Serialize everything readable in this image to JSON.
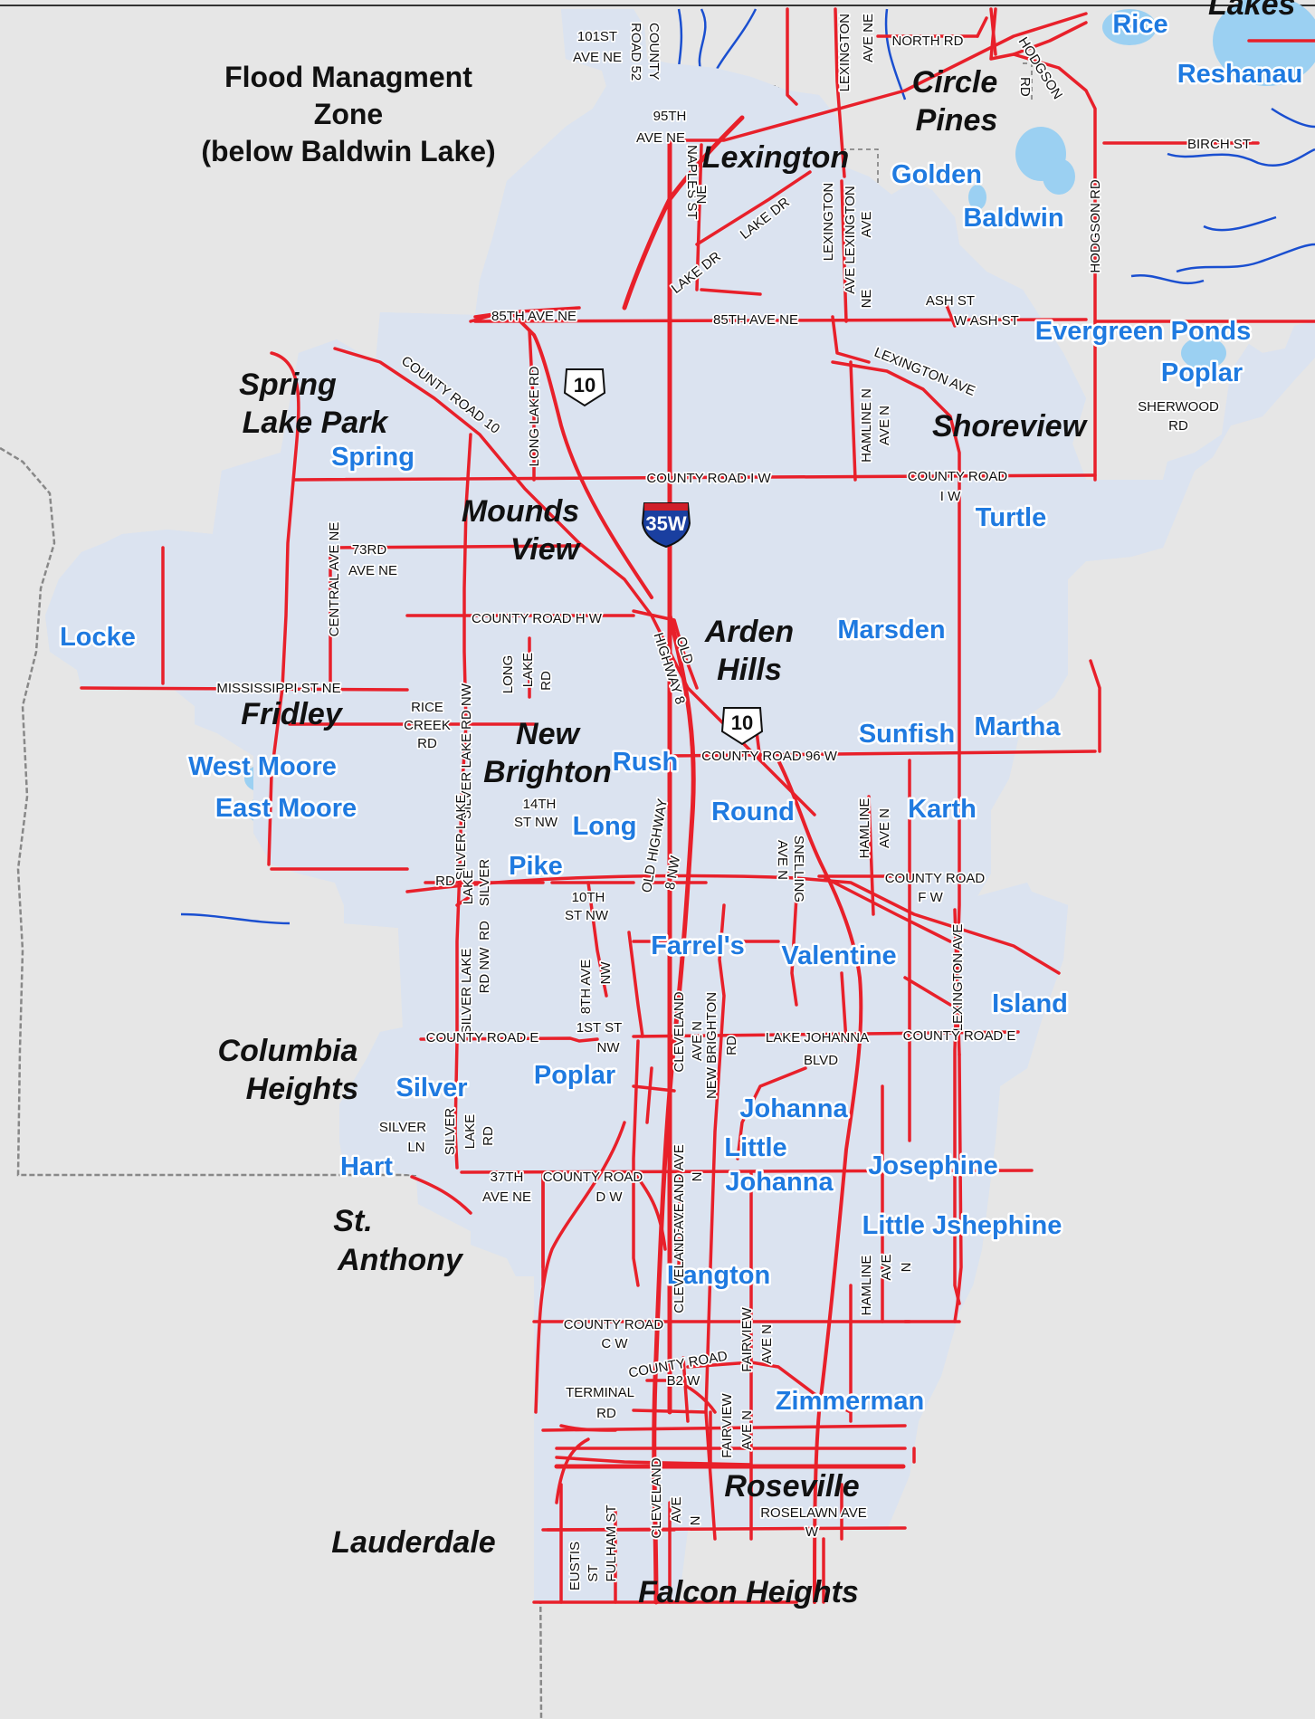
{
  "title": {
    "line1": "Flood Managment",
    "line2": "Zone",
    "line3": "(below Baldwin Lake)"
  },
  "colors": {
    "background": "#e6e6e6",
    "district_boundary": "#f5a623",
    "hatch": "#4a6fd0",
    "roads": "#e8202a",
    "water": "#9bd0f2",
    "streams": "#1a4fd0",
    "lake_labels": "#1f7ae0",
    "city_labels": "#111111"
  },
  "legend_icons": [
    "interstate-shield-icon",
    "us-highway-shield-icon"
  ],
  "shields": {
    "i35w": "35W",
    "us10_north": "10",
    "us10_south": "10"
  },
  "cities": {
    "lexington": "Lexington",
    "circle_pines_1": "Circle",
    "circle_pines_2": "Pines",
    "spring_lake_park_1": "Spring",
    "spring_lake_park_2": "Lake Park",
    "mounds_view_1": "Mounds",
    "mounds_view_2": "View",
    "shoreview": "Shoreview",
    "arden_hills_1": "Arden",
    "arden_hills_2": "Hills",
    "fridley": "Fridley",
    "new_brighton_1": "New",
    "new_brighton_2": "Brighton",
    "columbia_heights_1": "Columbia",
    "columbia_heights_2": "Heights",
    "st_anthony_1": "St.",
    "st_anthony_2": "Anthony",
    "roseville": "Roseville",
    "lauderdale": "Lauderdale",
    "falcon_heights": "Falcon Heights",
    "lakes_partial": "Lakes"
  },
  "lakes": {
    "rice": "Rice",
    "reshanau": "Reshanau",
    "golden": "Golden",
    "baldwin": "Baldwin",
    "evergreen_ponds": "Evergreen Ponds",
    "poplar_north": "Poplar",
    "spring": "Spring",
    "turtle": "Turtle",
    "locke": "Locke",
    "marsden": "Marsden",
    "sunfish": "Sunfish",
    "martha": "Martha",
    "rush": "Rush",
    "west_moore": "West Moore",
    "east_moore": "East Moore",
    "long": "Long",
    "round": "Round",
    "karth": "Karth",
    "pike": "Pike",
    "farrels": "Farrel's",
    "valentine": "Valentine",
    "island": "Island",
    "silver": "Silver",
    "poplar_south": "Poplar",
    "johanna": "Johanna",
    "little_johanna_1": "Little",
    "little_johanna_2": "Johanna",
    "josephine": "Josephine",
    "little_jshephine": "Little Jshephine",
    "hart": "Hart",
    "langton": "Langton",
    "zimmerman": "Zimmerman"
  },
  "roads": {
    "r101st_1": "101ST",
    "r101st_2": "AVE NE",
    "county_road_52_1": "COUNTY",
    "county_road_52_2": "ROAD 52",
    "r95th_1": "95TH",
    "r95th_2": "AVE NE",
    "lexington_ave_ne_1": "LEXINGTON",
    "lexington_ave_ne_2": "AVE NE",
    "north_rd": "NORTH RD",
    "hodgson_rd_north_1": "HODGSON",
    "hodgson_rd_north_2": "RD",
    "birch_st": "BIRCH ST",
    "naples_st_1": "NAPLES ST",
    "naples_st_2": "NE",
    "lake_dr_ne": "LAKE DR",
    "lake_dr_sw": "LAKE DR",
    "lexington_ave_mid_1": "LEXINGTON",
    "lexington_ave_mid_2": "AVE LEXINGTON",
    "lexington_ave_mid_3": "AVE",
    "lexington_ave_mid_4": "NE",
    "hodgson_rd_east": "HODGSON RD",
    "ash_st_1": "ASH ST",
    "ash_st_2": "W ASH ST",
    "r85th_west": "85TH AVE NE",
    "r85th_east": "85TH AVE NE",
    "lexington_ave_curve": "LEXINGTON AVE",
    "hamline_north_1": "HAMLINE N",
    "hamline_north_2": "AVE N",
    "sherwood_rd_1": "SHERWOOD",
    "sherwood_rd_2": "RD",
    "county_road_10": "COUNTY ROAD 10",
    "long_lake_rd_north": "LONG LAKE RD",
    "county_road_i_w": "COUNTY ROAD I W",
    "county_road_i_east_1": "COUNTY ROAD",
    "county_road_i_east_2": "I W",
    "r73rd_1": "73RD",
    "r73rd_2": "AVE NE",
    "central_ave_ne": "CENTRAL AVE NE",
    "county_road_h_w": "COUNTY ROAD H W",
    "highway_8": "HIGHWAY 8",
    "old_label": "OLD",
    "mississippi_st": "MISSISSIPPI ST NE",
    "rice_creek_rd_1": "RICE",
    "rice_creek_rd_2": "CREEK",
    "rice_creek_rd_3": "RD",
    "long_lake_rd_mid_1": "LONG",
    "long_lake_rd_mid_2": "LAKE",
    "long_lake_rd_mid_3": "RD",
    "silver_lake_rd_nw": "SILVER LAKE RD NW",
    "county_road_96_w": "COUNTY ROAD 96 W",
    "r14th_1": "14TH",
    "r14th_2": "ST NW",
    "old_highway_8_1": "OLD HIGHWAY",
    "old_highway_8_2": "8 NW",
    "snelling_ave_1": "SNELLING",
    "snelling_ave_2": "AVE N",
    "hamline_mid_1": "HAMLINE",
    "hamline_mid_2": "AVE N",
    "silver_lake_rd_mid_1": "SILVER LAKE",
    "silver_lake_rd_mid_2": "RD",
    "silver_lake_rd_mid_3": "SILVER",
    "silver_lake_rd_mid_4": "LAKE",
    "silver_lake_rd_mid_5": "RD",
    "r10th_1": "10TH",
    "r10th_2": "ST NW",
    "county_road_f_w_1": "COUNTY ROAD",
    "county_road_f_w_2": "F W",
    "lexington_ave_south": "LEXINGTON AVE",
    "silver_lake_rd_nw_2_1": "SILVER LAKE",
    "silver_lake_rd_nw_2_2": "RD NW",
    "eighth_ave_1": "8TH AVE",
    "eighth_ave_2": "NW",
    "cleveland_north_1": "CLEVELAND",
    "cleveland_north_2": "AVE N",
    "new_brighton_rd_1": "NEW BRIGHTON",
    "new_brighton_rd_2": "RD",
    "county_road_e_west": "COUNTY ROAD E",
    "first_st_1": "1ST ST",
    "first_st_2": "NW",
    "lake_johanna_blvd_1": "LAKE JOHANNA",
    "lake_johanna_blvd_2": "BLVD",
    "county_road_e_east": "COUNTY ROAD E",
    "silver_ln_1": "SILVER",
    "silver_ln_2": "LN",
    "silver_lake_rd_south_1": "SILVER",
    "silver_lake_rd_south_2": "LAKE",
    "silver_lake_rd_south_3": "RD",
    "r37th_1": "37TH",
    "r37th_2": "AVE NE",
    "county_road_d_w_1": "COUNTY ROAD",
    "county_road_d_w_2": "D W",
    "cleveland_mid_1": "CLEVELAND AVE",
    "cleveland_mid_2": "N",
    "cleveland_south_lbl": "CLEVELAND AVE",
    "hamline_south_1": "HAMLINE",
    "hamline_south_2": "AVE",
    "hamline_south_3": "N",
    "county_road_c_w_1": "COUNTY ROAD",
    "county_road_c_w_2": "C W",
    "fairview_north_1": "FAIRVIEW",
    "fairview_north_2": "AVE N",
    "county_road_b2_1": "COUNTY ROAD",
    "county_road_b2_2": "B2 W",
    "terminal_rd_1": "TERMINAL",
    "terminal_rd_2": "RD",
    "fairview_south_1": "FAIRVIEW",
    "fairview_south_2": "AVE N",
    "cleveland_bottom_1": "CLEVELAND",
    "cleveland_bottom_2": "AVE",
    "cleveland_bottom_3": "N",
    "roselawn_1": "ROSELAWN AVE",
    "roselawn_2": "W",
    "eustis_1": "EUSTIS",
    "eustis_2": "ST",
    "fulham_st": "FULHAM ST"
  }
}
